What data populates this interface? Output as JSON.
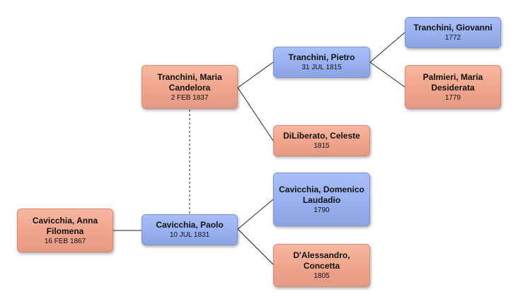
{
  "people": {
    "anna": {
      "name": "Cavicchia, Anna Filomena",
      "date": "16 FEB 1867"
    },
    "paolo": {
      "name": "Cavicchia, Paolo",
      "date": "10 JUL 1831"
    },
    "maria": {
      "name": "Tranchini, Maria Candelora",
      "date": "2 FEB 1837"
    },
    "pietro": {
      "name": "Tranchini, Pietro",
      "date": "31 JUL 1815"
    },
    "celeste": {
      "name": "DiLiberato, Celeste",
      "date": "1815"
    },
    "giovanni": {
      "name": "Tranchini, Giovanni",
      "date": "1772"
    },
    "palmieri": {
      "name": "Palmieri, Maria Desiderata",
      "date": "1779"
    },
    "domenico": {
      "name": "Cavicchia, Domenico Laudadio",
      "date": "1790"
    },
    "concetta": {
      "name": "D'Alessandro, Concetta",
      "date": "1805"
    }
  },
  "colors": {
    "female": "#efa48b",
    "male": "#98b0f0",
    "line": "#222222"
  }
}
